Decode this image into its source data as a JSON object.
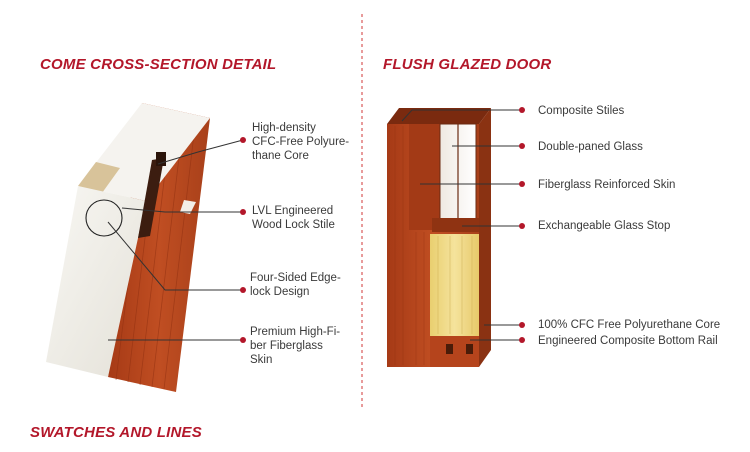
{
  "sections": {
    "cross_section_title": "COME CROSS-SECTION DETAIL",
    "flush_door_title": "FLUSH GLAZED DOOR",
    "swatches_title": "SWATCHES AND LINES"
  },
  "cross_section_labels": [
    "High-density\nCFC-Free Polyure-\nthane Core",
    "LVL Engineered\nWood Lock Stile",
    "Four-Sided Edge-\nlock Design",
    "Premium High-Fi-\nber Fiberglass\nSkin"
  ],
  "door_labels": [
    "Composite Stiles",
    "Double-paned Glass",
    "Fiberglass Reinforced Skin",
    "Exchangeable Glass Stop",
    "100% CFC Free Polyurethane Core",
    "Engineered Composite Bottom Rail"
  ],
  "colors": {
    "accent": "#b3172a",
    "divider": "#e07a7a",
    "wood": "#b5441c",
    "core": "#f1dc8a",
    "skin": "#f2f0ec"
  }
}
